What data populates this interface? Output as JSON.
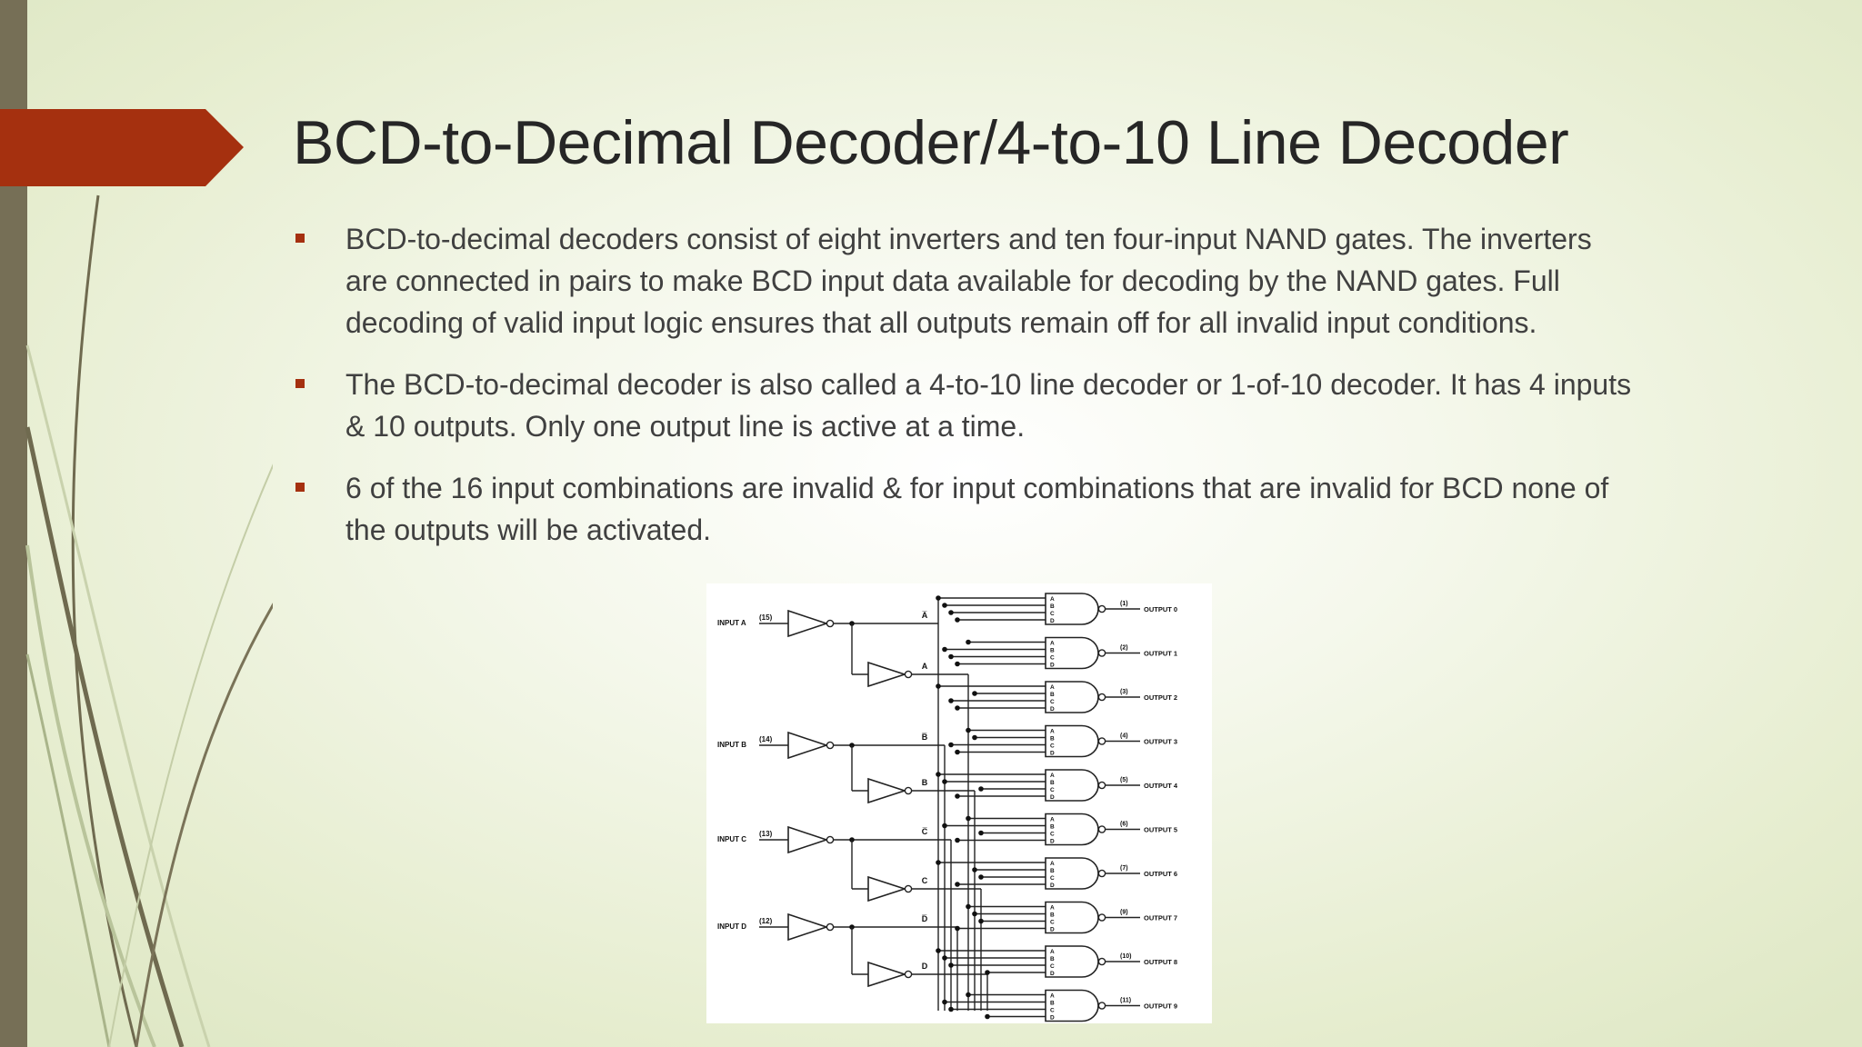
{
  "slide": {
    "title": "BCD-to-Decimal Decoder/4-to-10 Line Decoder",
    "bullets": [
      "BCD-to-decimal decoders consist of eight inverters and ten four-input NAND gates. The inverters are connected in pairs to make BCD input data available for decoding by the NAND gates. Full decoding of valid input logic ensures that all outputs remain off for all invalid input conditions.",
      "The BCD-to-decimal decoder is also called a 4-to-10 line decoder or 1-of-10 decoder. It has 4 inputs & 10 outputs. Only one output line is active at a time.",
      "6 of the 16 input combinations are invalid & for input combinations that are invalid for BCD none of the outputs will be activated."
    ],
    "accent_color": "#a5300f",
    "bar_color": "#766f56"
  },
  "diagram": {
    "inputs": [
      {
        "label": "INPUT A",
        "pin": "(15)",
        "inv": "A̅",
        "buf": "A"
      },
      {
        "label": "INPUT B",
        "pin": "(14)",
        "inv": "B̅",
        "buf": "B"
      },
      {
        "label": "INPUT C",
        "pin": "(13)",
        "inv": "C̅",
        "buf": "C"
      },
      {
        "label": "INPUT D",
        "pin": "(12)",
        "inv": "D̅",
        "buf": "D"
      }
    ],
    "outputs": [
      {
        "label": "OUTPUT 0",
        "pin": "(1)"
      },
      {
        "label": "OUTPUT 1",
        "pin": "(2)"
      },
      {
        "label": "OUTPUT 2",
        "pin": "(3)"
      },
      {
        "label": "OUTPUT 3",
        "pin": "(4)"
      },
      {
        "label": "OUTPUT 4",
        "pin": "(5)"
      },
      {
        "label": "OUTPUT 5",
        "pin": "(6)"
      },
      {
        "label": "OUTPUT 6",
        "pin": "(7)"
      },
      {
        "label": "OUTPUT 7",
        "pin": "(9)"
      },
      {
        "label": "OUTPUT 8",
        "pin": "(10)"
      },
      {
        "label": "OUTPUT 9",
        "pin": "(11)"
      }
    ],
    "gate_pin_letters": [
      "A",
      "B",
      "C",
      "D"
    ]
  }
}
